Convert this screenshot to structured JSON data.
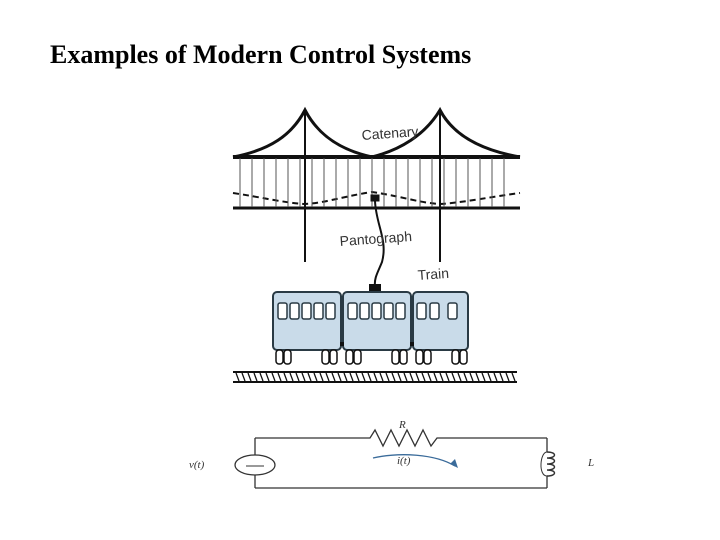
{
  "slide": {
    "title": "Examples of Modern Control Systems"
  },
  "train_figure": {
    "labels": {
      "catenary": "Catenary",
      "pantograph": "Pantograph",
      "train": "Train"
    }
  },
  "circuit": {
    "labels": {
      "resistor": "R",
      "inductor": "L",
      "source": "v(t)",
      "current": "i(t)"
    }
  },
  "colors": {
    "car_fill": "#c9dbe9",
    "car_stroke": "#2a3a44",
    "line": "#111111"
  }
}
